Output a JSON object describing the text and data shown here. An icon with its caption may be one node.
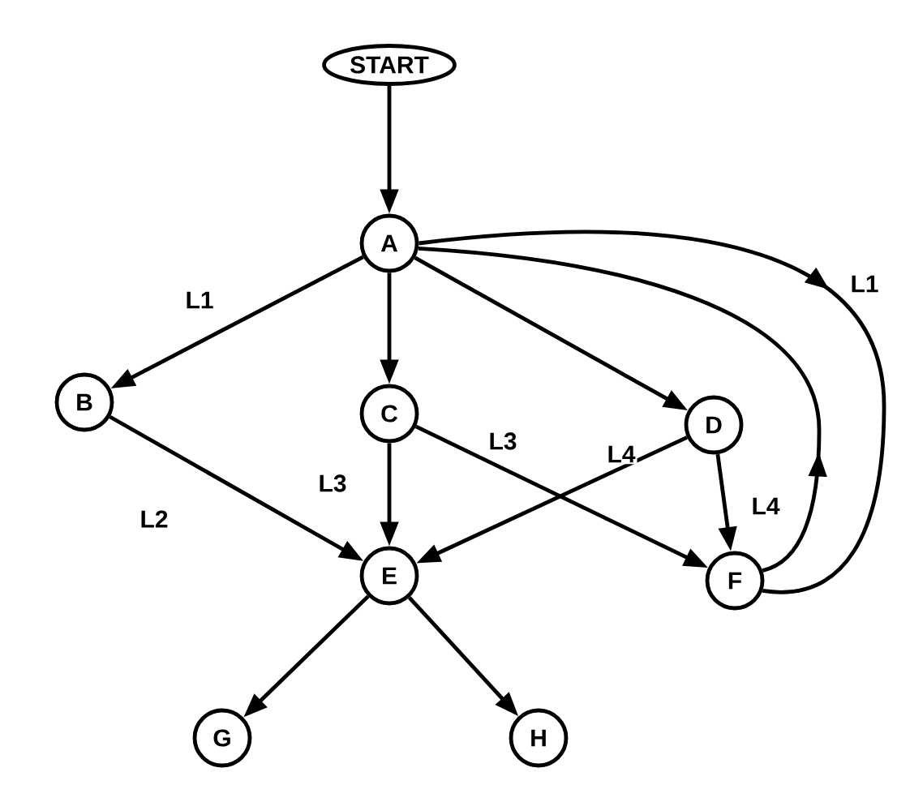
{
  "diagram": {
    "nodes": [
      {
        "text": [
          "START"
        ]
      },
      {
        "text": [
          "A"
        ]
      },
      {
        "text": [
          "B"
        ]
      },
      {
        "text": [
          "C"
        ]
      },
      {
        "text": [
          "D"
        ]
      },
      {
        "text": [
          "E"
        ]
      },
      {
        "text": [
          "F"
        ]
      },
      {
        "text": [
          "G"
        ]
      },
      {
        "text": [
          "H"
        ]
      }
    ],
    "edges": [
      {
        "from": 0,
        "to": 1,
        "arrow": "to"
      },
      {
        "from": 1,
        "to": 2,
        "arrow": "to",
        "label": "L1"
      },
      {
        "from": 1,
        "to": 3,
        "arrow": "to"
      },
      {
        "from": 1,
        "to": 4,
        "arrow": "to"
      },
      {
        "from": 2,
        "to": 5,
        "arrow": "to",
        "label": "L2"
      },
      {
        "from": 3,
        "to": 5,
        "arrow": "to",
        "label": "L3"
      },
      {
        "from": 3,
        "to": 6,
        "arrow": "to",
        "label": "L3"
      },
      {
        "from": 4,
        "to": 5,
        "arrow": "to",
        "label": "L4"
      },
      {
        "from": 4,
        "to": 6,
        "arrow": "to",
        "label": "L4"
      },
      {
        "from": 1,
        "to": 6,
        "arrow": "to",
        "label": "L1"
      },
      {
        "from": 6,
        "to": 1,
        "arrow": "to"
      },
      {
        "from": 5,
        "to": 7,
        "arrow": "to"
      },
      {
        "from": 5,
        "to": 8,
        "arrow": "to"
      }
    ]
  }
}
